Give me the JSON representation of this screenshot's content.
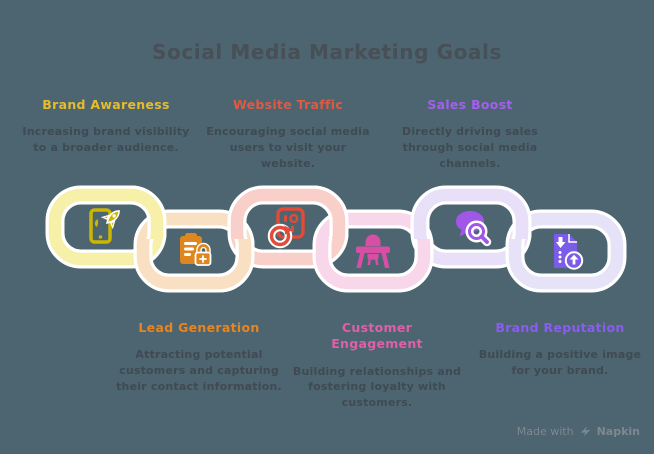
{
  "title": "Social Media Marketing Goals",
  "colors": {
    "background": "#4c6570",
    "title": "#474f57",
    "description": "#3f4a52",
    "casing": "#ffffff",
    "watermark": "#7e888f"
  },
  "goals": [
    {
      "label": "Brand Awareness",
      "description": "Increasing brand visibility to a broader audience.",
      "label_color": "#e6bc2c",
      "ring_color": "#f6f0a9",
      "icon": "phone-rocket-icon",
      "icon_color": "#cdb600",
      "row": "top"
    },
    {
      "label": "Lead Generation",
      "description": "Attracting potential customers and capturing their contact information.",
      "label_color": "#e7861f",
      "ring_color": "#fae0c3",
      "icon": "clipboard-lock-icon",
      "icon_color": "#df861e",
      "row": "bottom"
    },
    {
      "label": "Website Traffic",
      "description": "Encouraging social media users to visit your website.",
      "label_color": "#e05a42",
      "ring_color": "#f8cfc9",
      "icon": "webpage-refresh-icon",
      "icon_color": "#e14b38",
      "row": "top"
    },
    {
      "label": "Customer Engagement",
      "description": "Building relationships and fostering loyalty with customers.",
      "label_color": "#df5fa8",
      "ring_color": "#f9d7eb",
      "icon": "desk-chair-icon",
      "icon_color": "#d74fa5",
      "row": "bottom"
    },
    {
      "label": "Sales Boost",
      "description": "Directly driving sales through social media channels.",
      "label_color": "#a55ef2",
      "ring_color": "#e8dff8",
      "icon": "chat-search-icon",
      "icon_color": "#a057e8",
      "row": "top"
    },
    {
      "label": "Brand Reputation",
      "description": "Building a positive image for your brand.",
      "label_color": "#8a5cf0",
      "ring_color": "#e6e2f7",
      "icon": "doc-upload-icon",
      "icon_color": "#7a5ce8",
      "row": "bottom"
    }
  ],
  "watermark": {
    "made_with": "Made with",
    "brand": "Napkin"
  }
}
